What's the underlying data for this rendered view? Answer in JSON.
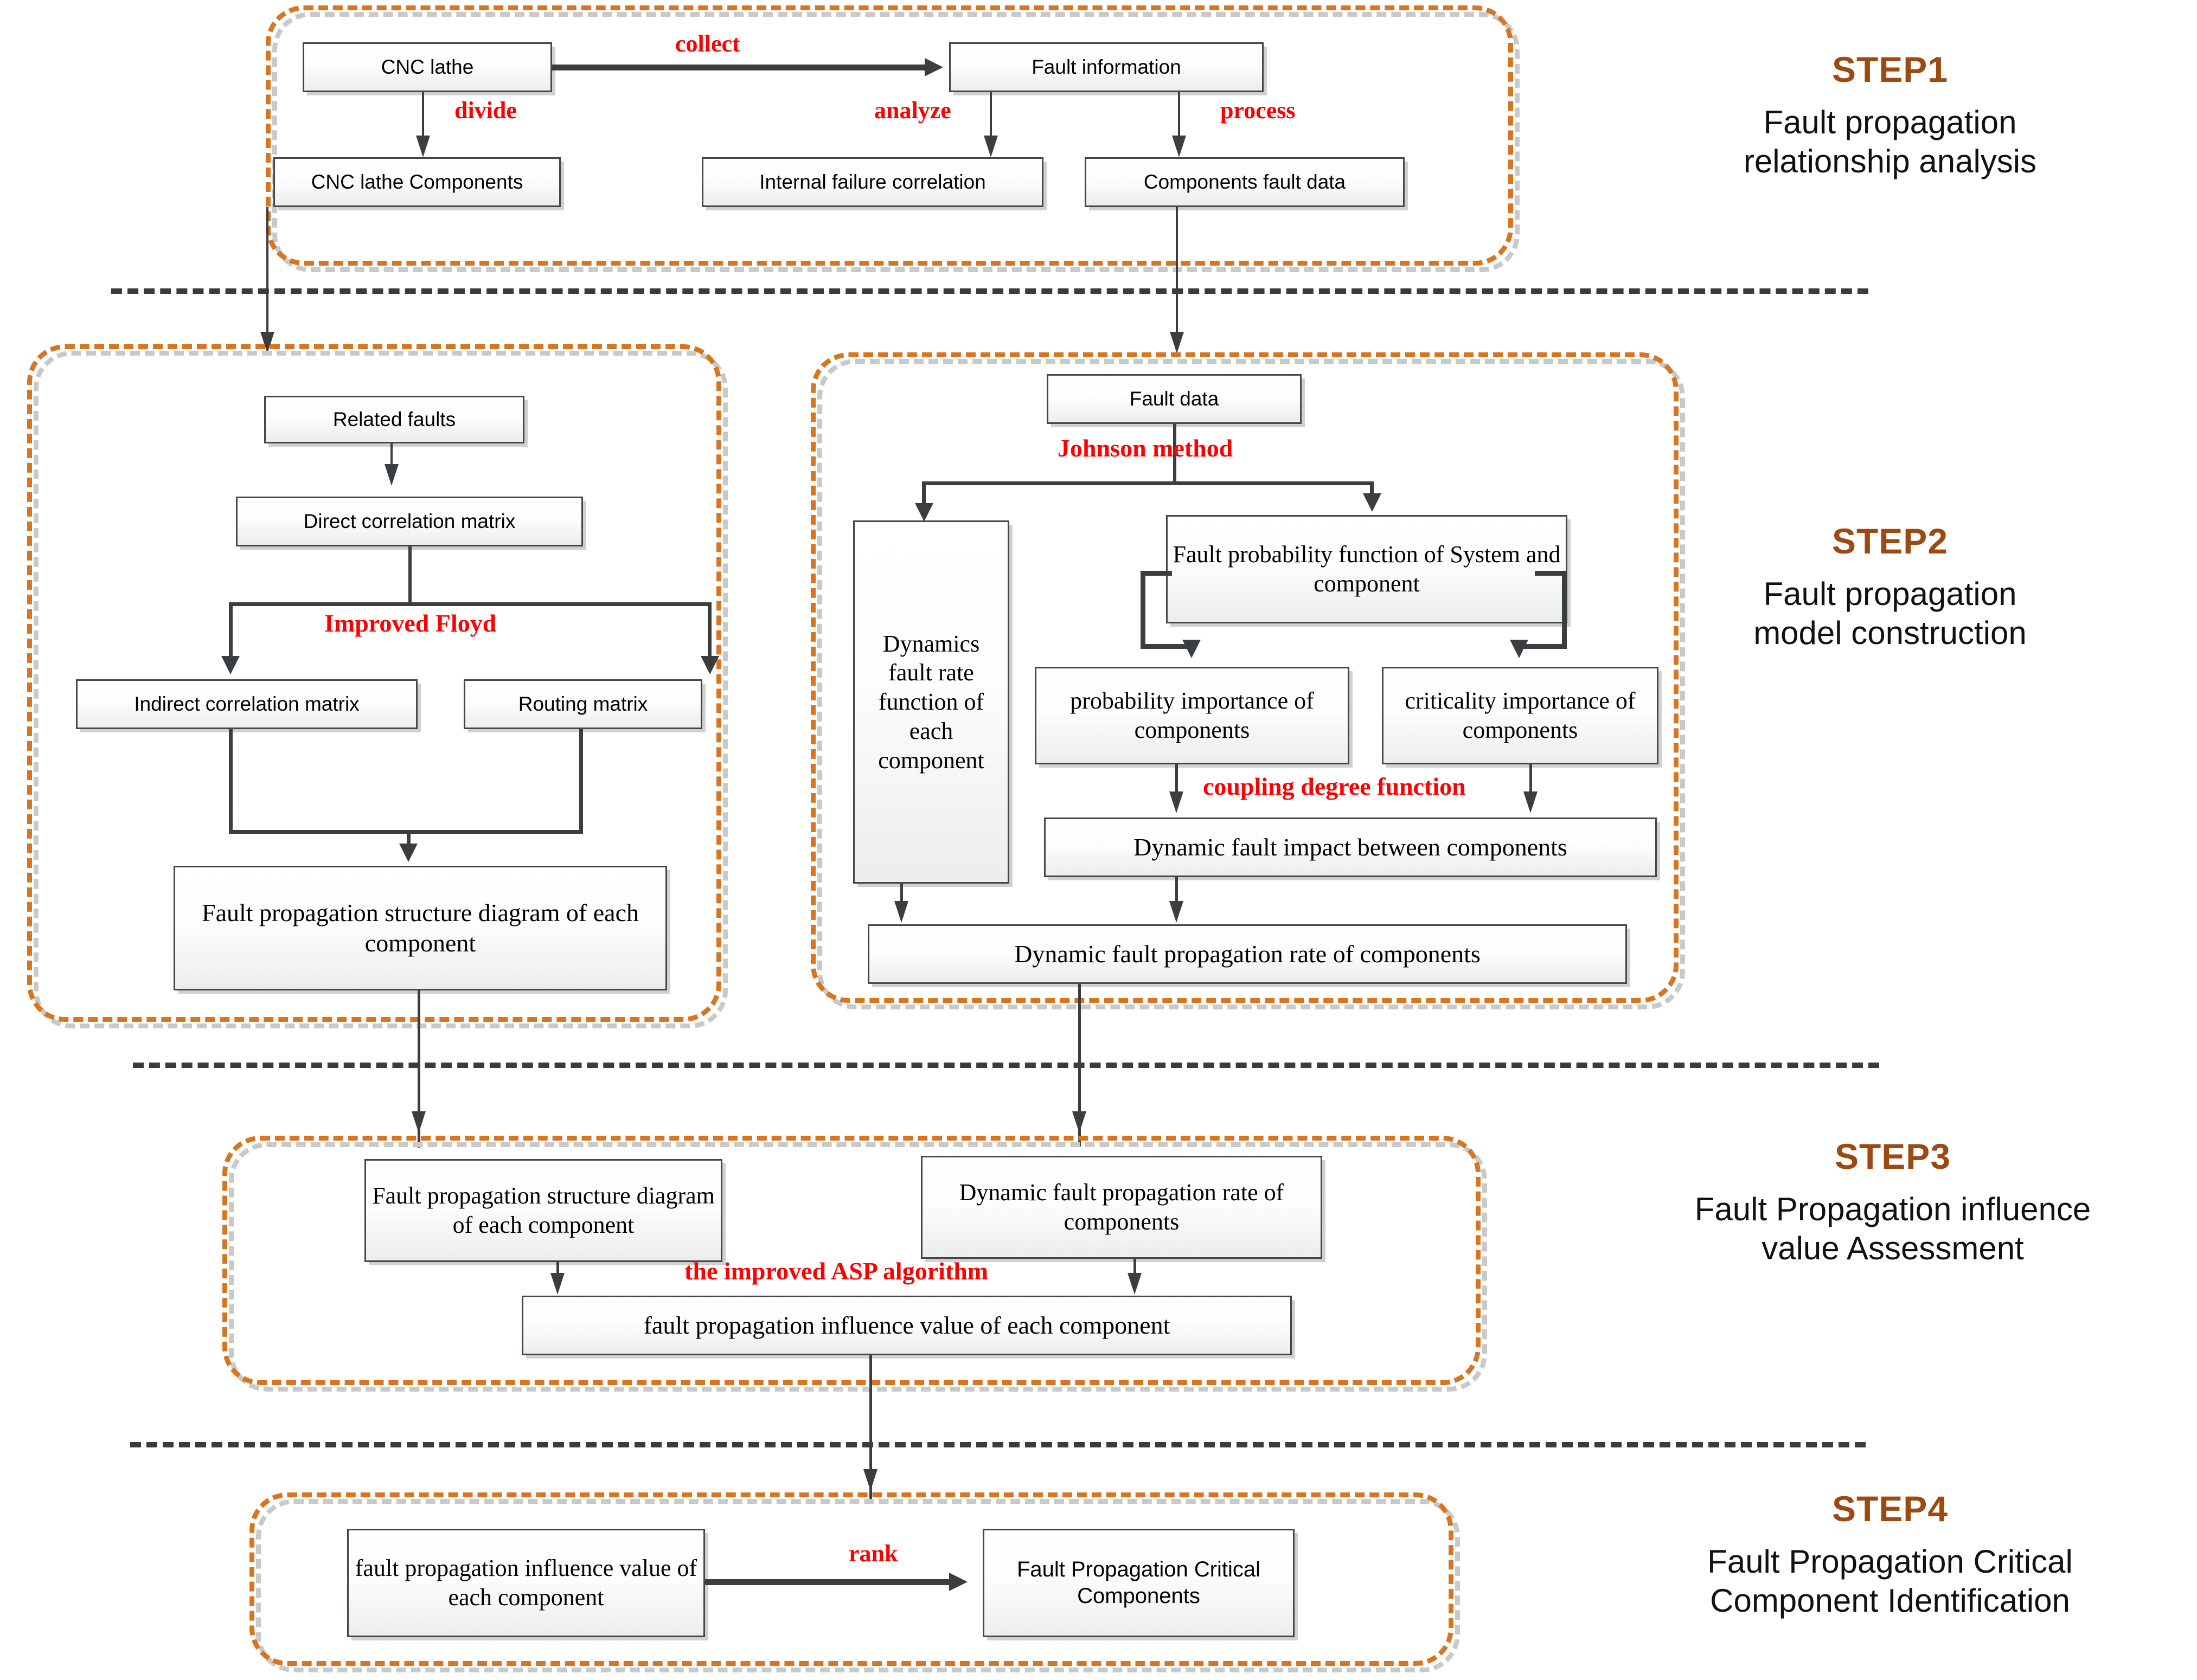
{
  "colors": {
    "accent_orange": "#D9751E",
    "step_number_brown": "#9B4A12",
    "edge_label_red": "#FF0000",
    "node_border": "#44474A",
    "separator_gray": "#3B3B3B"
  },
  "steps": [
    {
      "number": "STEP1",
      "description_line1": "Fault propagation",
      "description_line2": "relationship analysis"
    },
    {
      "number": "STEP2",
      "description_line1": "Fault propagation",
      "description_line2": "model construction"
    },
    {
      "number": "STEP3",
      "description_line1": "Fault Propagation influence",
      "description_line2": "value Assessment"
    },
    {
      "number": "STEP4",
      "description_line1": "Fault Propagation Critical",
      "description_line2": "Component Identification"
    }
  ],
  "nodes": {
    "cnc_lathe": "CNC lathe",
    "fault_information": "Fault information",
    "cnc_lathe_components": "CNC lathe Components",
    "internal_failure_correlation": "Internal failure correlation",
    "components_fault_data": "Components fault data",
    "related_faults": "Related faults",
    "direct_correlation_matrix": "Direct correlation matrix",
    "indirect_correlation_matrix": "Indirect correlation matrix",
    "routing_matrix": "Routing matrix",
    "fault_propagation_structure_diagram": "Fault propagation structure diagram of each component",
    "fault_data": "Fault data",
    "dynamics_fault_rate_function": "Dynamics fault rate function of each component",
    "fault_probability_function": "Fault probability function of System and component",
    "probability_importance": "probability importance of components",
    "criticality_importance": "criticality importance of components",
    "dynamic_fault_impact": "Dynamic fault impact between components",
    "dynamic_fault_propagation_rate": "Dynamic fault propagation rate of components",
    "step3_structure_diagram": "Fault propagation structure diagram of each component",
    "step3_propagation_rate": "Dynamic fault propagation rate of components",
    "fault_propagation_influence_value": "fault propagation influence value of each component",
    "step4_influence_value": "fault propagation influence value of each component",
    "fault_propagation_critical_components": "Fault Propagation Critical Components"
  },
  "edge_labels": {
    "collect": "collect",
    "divide": "divide",
    "analyze": "analyze",
    "process": "process",
    "improved_floyd": "Improved Floyd",
    "johnson_method": "Johnson method",
    "coupling_degree_function": "coupling degree function",
    "improved_asp_algorithm": "the improved ASP algorithm",
    "rank": "rank"
  }
}
